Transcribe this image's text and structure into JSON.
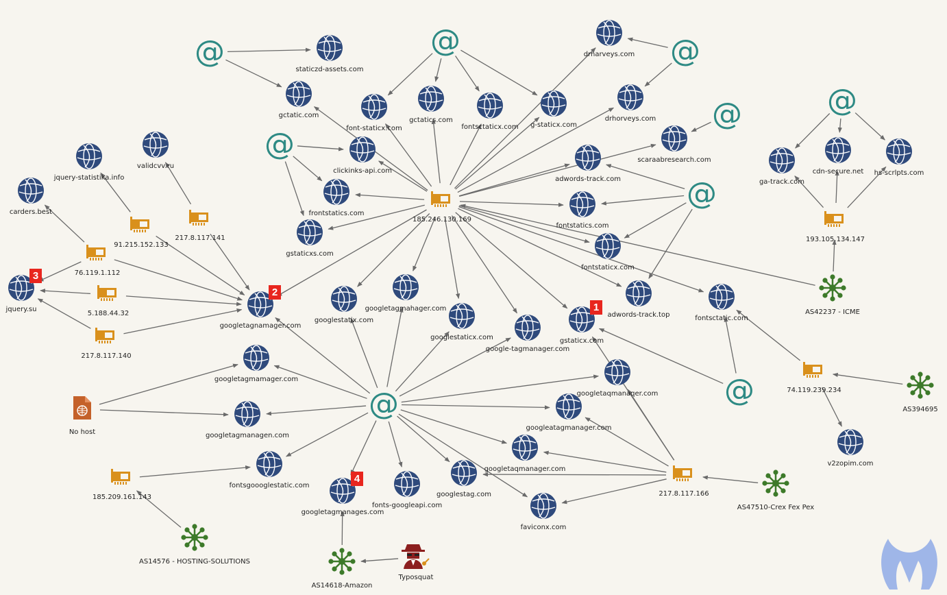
{
  "colors": {
    "edge": "#6a6a6a",
    "domain_node": "#2f4a7c",
    "ip_node": "#d9901c",
    "email_node": "#2e8a84",
    "asn_node": "#3d7a2a",
    "file_node": "#c4612a",
    "typosquat_node": "#8c1f1f",
    "badge": "#e8261e",
    "logo": "#9fb6e8"
  },
  "email_symbol": "@",
  "domains": [
    {
      "id": "staticzd-assets.com",
      "label": "staticzd-assets.com"
    },
    {
      "id": "gctatic.com",
      "label": "gctatic.com"
    },
    {
      "id": "font-staticx.com",
      "label": "font-staticx.com"
    },
    {
      "id": "gctatics.com",
      "label": "gctatics.com"
    },
    {
      "id": "fontsctaticx.com",
      "label": "fontsctaticx.com"
    },
    {
      "id": "g-staticx.com",
      "label": "g-staticx.com"
    },
    {
      "id": "drnarveys.com",
      "label": "drnarveys.com"
    },
    {
      "id": "drhorveys.com",
      "label": "drhorveys.com"
    },
    {
      "id": "scaraabresearch.com",
      "label": "scaraabresearch.com"
    },
    {
      "id": "adwords-track.com",
      "label": "adwords-track.com"
    },
    {
      "id": "clickinks-api.com",
      "label": "clickinks-api.com"
    },
    {
      "id": "frontstatics.com",
      "label": "frontstatics.com"
    },
    {
      "id": "gstaticxs.com",
      "label": "gstaticxs.com"
    },
    {
      "id": "fontstatics.com",
      "label": "fontstatics.com"
    },
    {
      "id": "fontstaticx.com",
      "label": "fontstaticx.com"
    },
    {
      "id": "adwords-track.top",
      "label": "adwords-track.top"
    },
    {
      "id": "fontsctatic.com",
      "label": "fontsctatic.com"
    },
    {
      "id": "ga-track.com",
      "label": "ga-track.com"
    },
    {
      "id": "cdn-secure.net",
      "label": "cdn-secure.net"
    },
    {
      "id": "hs-scrlpts.com",
      "label": "hs-scrlpts.com"
    },
    {
      "id": "jquery-statistika.info",
      "label": "jquery-statistika.info"
    },
    {
      "id": "validcvv.ru",
      "label": "validcvv.ru"
    },
    {
      "id": "carders.best",
      "label": "carders.best"
    },
    {
      "id": "jquery.su",
      "label": "jquery.su",
      "badge": "3"
    },
    {
      "id": "googletagnamager.com",
      "label": "googletagnamager.com",
      "badge": "2"
    },
    {
      "id": "googlestatix.com",
      "label": "googlestatix.com"
    },
    {
      "id": "googletagmahager.com",
      "label": "googletagmahager.com"
    },
    {
      "id": "googlestaticx.com",
      "label": "googlestaticx.com"
    },
    {
      "id": "google-tagmanager.com",
      "label": "google-tagmanager.com"
    },
    {
      "id": "gstaticx.com",
      "label": "gstaticx.com",
      "badge": "1"
    },
    {
      "id": "googletagmamager.com",
      "label": "googletagmamager.com"
    },
    {
      "id": "googleta-qmanaqer.com",
      "label": "googletaqmanaqer.com"
    },
    {
      "id": "googletagmanagen.com",
      "label": "googletagmanagen.com"
    },
    {
      "id": "googleatagmanager.com",
      "label": "googleatagmanager.com"
    },
    {
      "id": "v2zopim.com",
      "label": "v2zopim.com"
    },
    {
      "id": "googletaqmanager.com",
      "label": "googletaqmanager.com"
    },
    {
      "id": "fontsgoooglestatic.com",
      "label": "fontsgoooglestatic.com"
    },
    {
      "id": "googletagmanages.com",
      "label": "googletagmanages.com",
      "badge": "4"
    },
    {
      "id": "fonts-googleapi.com",
      "label": "fonts-googleapi.com"
    },
    {
      "id": "googlestag.com",
      "label": "googlestag.com"
    },
    {
      "id": "faviconx.com",
      "label": "faviconx.com"
    }
  ],
  "ips": [
    {
      "id": "185.246.130.169",
      "label": "185.246.130.169"
    },
    {
      "id": "193.105.134.147",
      "label": "193.105.134.147"
    },
    {
      "id": "91.215.152.133",
      "label": "91.215.152.133"
    },
    {
      "id": "217.8.117.141",
      "label": "217.8.117.141"
    },
    {
      "id": "76.119.1.112",
      "label": "76.119.1.112"
    },
    {
      "id": "5.188.44.32",
      "label": "5.188.44.32"
    },
    {
      "id": "217.8.117.140",
      "label": "217.8.117.140"
    },
    {
      "id": "74.119.239.234",
      "label": "74.119.239.234"
    },
    {
      "id": "185.209.161.143",
      "label": "185.209.161.143"
    },
    {
      "id": "217.8.117.166",
      "label": "217.8.117.166"
    }
  ],
  "asns": [
    {
      "id": "AS42237",
      "label": "AS42237 - ICME"
    },
    {
      "id": "AS394695",
      "label": "AS394695"
    },
    {
      "id": "AS47510",
      "label": "AS47510-Crex Fex Pex"
    },
    {
      "id": "AS14576",
      "label": "AS14576 - HOSTING-SOLUTIONS"
    },
    {
      "id": "AS14618",
      "label": "AS14618-Amazon"
    }
  ],
  "others": [
    {
      "id": "nohost",
      "type": "file",
      "label": "No host"
    },
    {
      "id": "typosquat",
      "type": "typosquat",
      "label": "Typosquat"
    }
  ],
  "emails": [
    {
      "id": "e1"
    },
    {
      "id": "e2"
    },
    {
      "id": "e3"
    },
    {
      "id": "e4"
    },
    {
      "id": "e5"
    },
    {
      "id": "e6"
    },
    {
      "id": "e7"
    },
    {
      "id": "e8"
    },
    {
      "id": "e9"
    }
  ]
}
